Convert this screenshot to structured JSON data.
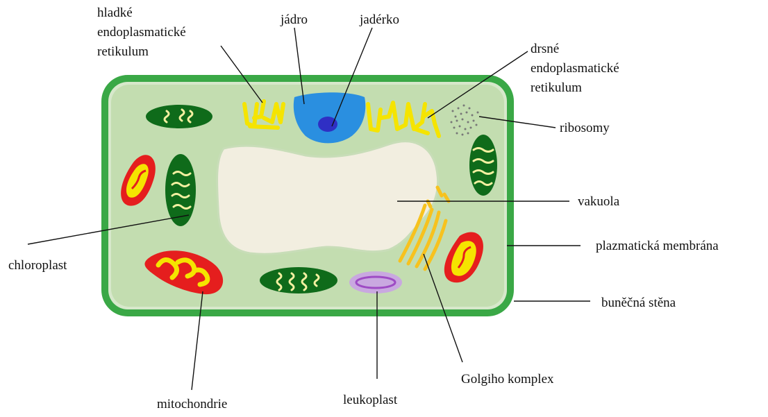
{
  "labels": {
    "smooth_er": [
      "hladké",
      "endoplasmatické",
      "retikulum"
    ],
    "nucleus": "jádro",
    "nucleolus": "jadérko",
    "rough_er": [
      "drsné",
      "endoplasmatické",
      "retikulum"
    ],
    "ribosomes": "ribosomy",
    "vacuole": "vakuola",
    "plasma_membrane": "plazmatická membrána",
    "cell_wall": "buněčná stěna",
    "chloroplast": "chloroplast",
    "mitochondria": "mitochondrie",
    "leukoplast": "leukoplast",
    "golgi": "Golgiho komplex"
  },
  "colors": {
    "cell_wall": "#3aa846",
    "cytoplasm": "#c3ddb0",
    "membrane": "#d7e8cb",
    "vacuole": "#f2eee0",
    "nucleus": "#2a8fe0",
    "nucleolus": "#2f2fc4",
    "er": "#f5e400",
    "chloroplast": "#0f6b1a",
    "mitochondria_outer": "#e51e1e",
    "mitochondria_inner": "#f5e400",
    "leukoplast": "#c9a8e0",
    "golgi": "#f7c21e"
  }
}
